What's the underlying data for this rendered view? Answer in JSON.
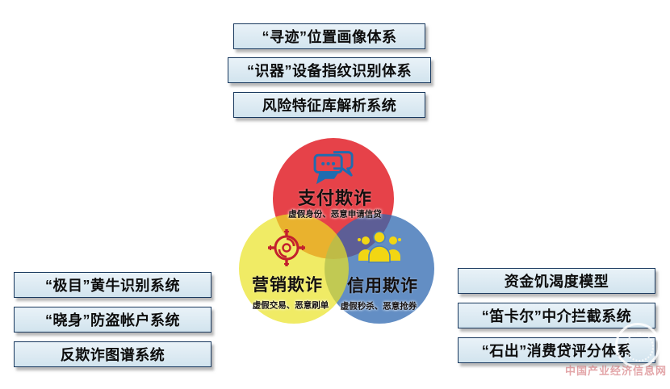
{
  "diagram": {
    "top_systems": [
      "“寻迹”位置画像体系",
      "“识器”设备指纹识别体系",
      "风险特征库解析系统"
    ],
    "left_systems": [
      "“极目”黄牛识别系统",
      "“晓身”防盗帐户系统",
      "反欺诈图谱系统"
    ],
    "right_systems": [
      "资金饥渴度模型",
      "“笛卡尔”中介拦截系统",
      "“石出”消费贷评分体系"
    ],
    "venn": {
      "payment": {
        "label": "支付欺诈",
        "subtitle": "虚假身份、恶意申请信贷",
        "color": "#e23a40",
        "icon": "chat-bubbles-icon"
      },
      "marketing": {
        "label": "营销欺诈",
        "subtitle": "虚假交易、恶意刷单",
        "color": "#e9e223",
        "icon": "target-icon"
      },
      "credit": {
        "label": "信用欺诈",
        "subtitle": "虚假秒杀、恶意抢券",
        "color": "#2f68b0",
        "icon": "people-icon"
      }
    },
    "icon_colors": {
      "chat_blue": "#1f6cb0",
      "target_red": "#c3202d",
      "people_yellow": "#f2d613"
    },
    "box_style": {
      "fill_top": "#e9f2f8",
      "fill_bottom": "#d2e4ee",
      "border": "#17375d"
    },
    "watermark_text": "中国产业经济信息网"
  }
}
